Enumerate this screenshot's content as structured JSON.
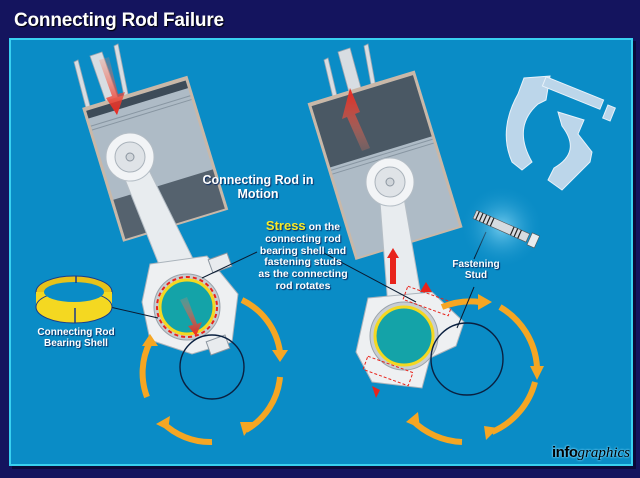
{
  "header": {
    "title": "Connecting Rod Failure"
  },
  "labels": {
    "in_motion": "Connecting Rod in Motion",
    "stress_highlight": "Stress",
    "stress_rest": "on the connecting rod bearing shell and fastening studs as the connecting rod rotates",
    "bearing_shell": "Connecting Rod Bearing Shell",
    "fastening_stud": "Fastening Stud"
  },
  "brand": {
    "bold": "info",
    "italic": "graphics",
    "dot_color": "#e52020"
  },
  "colors": {
    "background": "#14145e",
    "panel": "#0a8cc6",
    "panel_border": "#38d0f0",
    "rotation_arrow": "#f5a623",
    "force_arrow": "#e8241c",
    "bearing_shell": "#f4d821",
    "crank_journal": "#14a3a8",
    "highlight_text": "#f6ea2a"
  },
  "diagrams": [
    {
      "id": "left",
      "piston_motion": "down",
      "rotation": "clockwise"
    },
    {
      "id": "right",
      "piston_motion": "up",
      "rotation": "clockwise"
    }
  ]
}
